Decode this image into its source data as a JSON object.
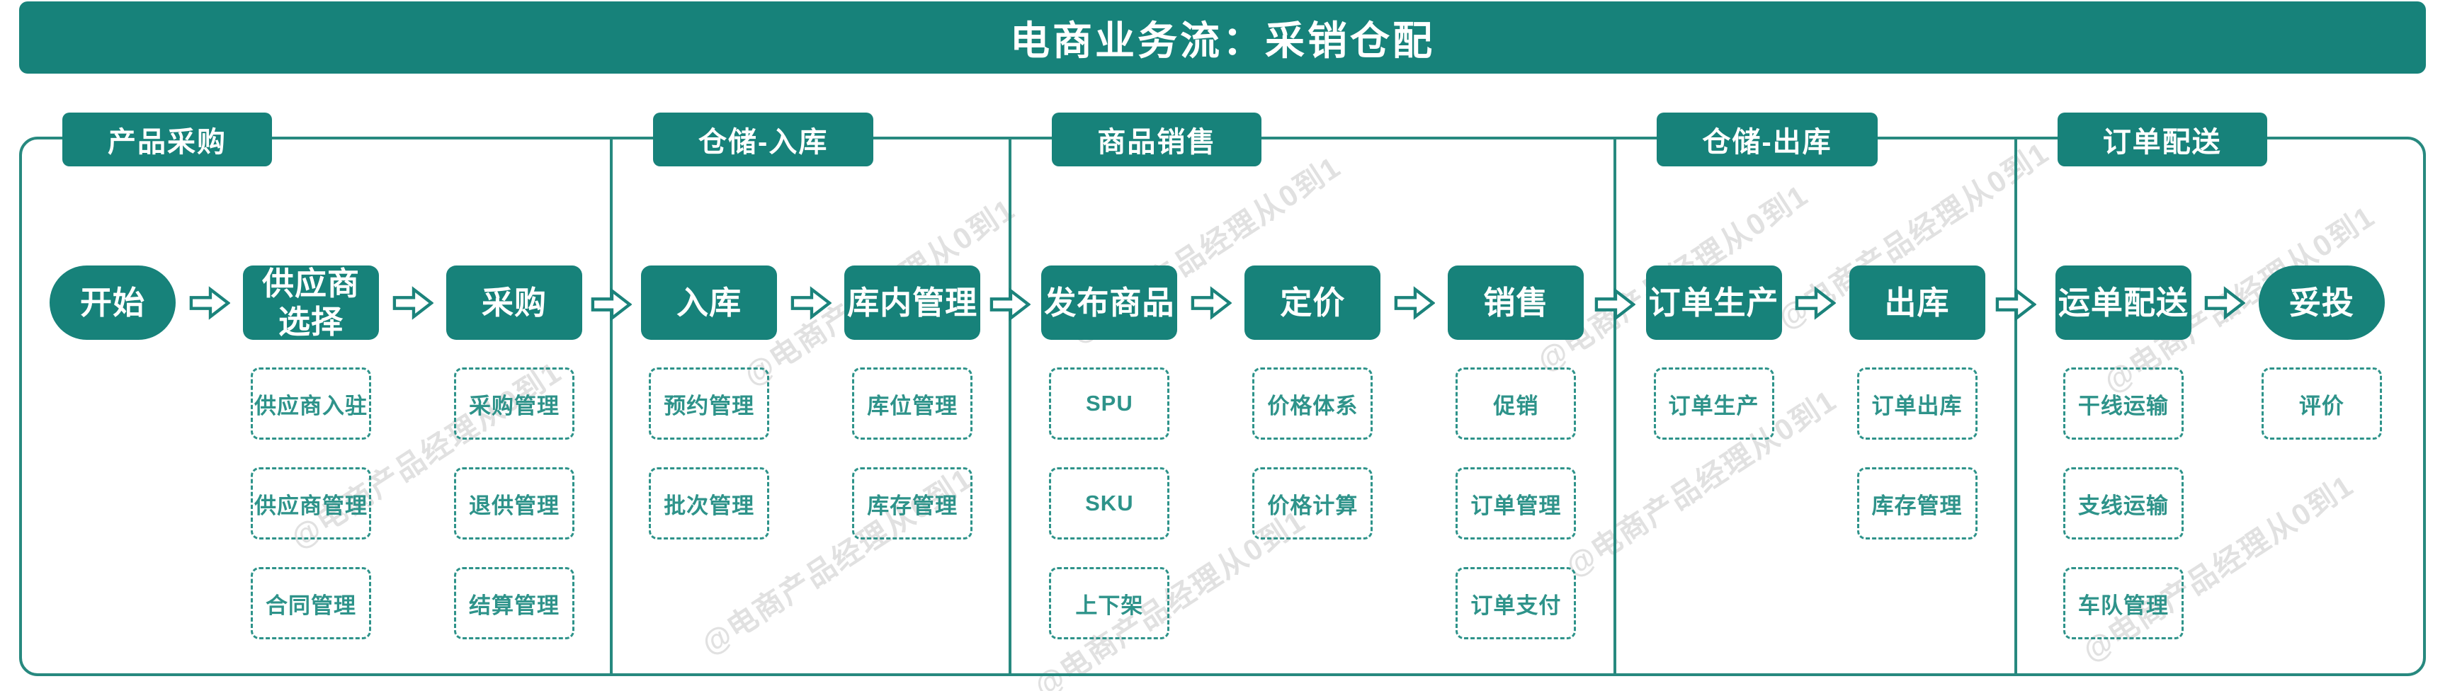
{
  "banner": {
    "title": "电商业务流：采销仓配"
  },
  "watermark": {
    "text": "@电商产品经理从0到1"
  },
  "colors": {
    "teal_dark": "#17827A",
    "teal_line": "#27897F",
    "teal_light": "#2E938A",
    "node_text": "#FFFFFF",
    "watermark_gray": "#D7D7D7"
  },
  "sections": [
    {
      "header": "产品采购",
      "columns": [
        {
          "node": {
            "label": "开始",
            "shape": "terminal"
          },
          "subs": []
        },
        {
          "node": {
            "label": "供应商\n选择",
            "shape": "process"
          },
          "subs": [
            "供应商入驻",
            "供应商管理",
            "合同管理"
          ]
        },
        {
          "node": {
            "label": "采购",
            "shape": "process"
          },
          "subs": [
            "采购管理",
            "退供管理",
            "结算管理"
          ]
        }
      ]
    },
    {
      "header": "仓储-入库",
      "columns": [
        {
          "node": {
            "label": "入库",
            "shape": "process"
          },
          "subs": [
            "预约管理",
            "批次管理"
          ]
        },
        {
          "node": {
            "label": "库内管理",
            "shape": "process"
          },
          "subs": [
            "库位管理",
            "库存管理"
          ]
        }
      ]
    },
    {
      "header": "商品销售",
      "columns": [
        {
          "node": {
            "label": "发布商品",
            "shape": "process"
          },
          "subs": [
            "SPU",
            "SKU",
            "上下架"
          ]
        },
        {
          "node": {
            "label": "定价",
            "shape": "process"
          },
          "subs": [
            "价格体系",
            "价格计算"
          ]
        },
        {
          "node": {
            "label": "销售",
            "shape": "process"
          },
          "subs": [
            "促销",
            "订单管理",
            "订单支付"
          ]
        }
      ]
    },
    {
      "header": "仓储-出库",
      "columns": [
        {
          "node": {
            "label": "订单生产",
            "shape": "process"
          },
          "subs": [
            "订单生产"
          ]
        },
        {
          "node": {
            "label": "出库",
            "shape": "process"
          },
          "subs": [
            "订单出库",
            "库存管理"
          ]
        }
      ]
    },
    {
      "header": "订单配送",
      "columns": [
        {
          "node": {
            "label": "运单配送",
            "shape": "process"
          },
          "subs": [
            "干线运输",
            "支线运输",
            "车队管理"
          ]
        },
        {
          "node": {
            "label": "妥投",
            "shape": "terminal"
          },
          "subs": [
            "评价"
          ]
        }
      ]
    }
  ]
}
